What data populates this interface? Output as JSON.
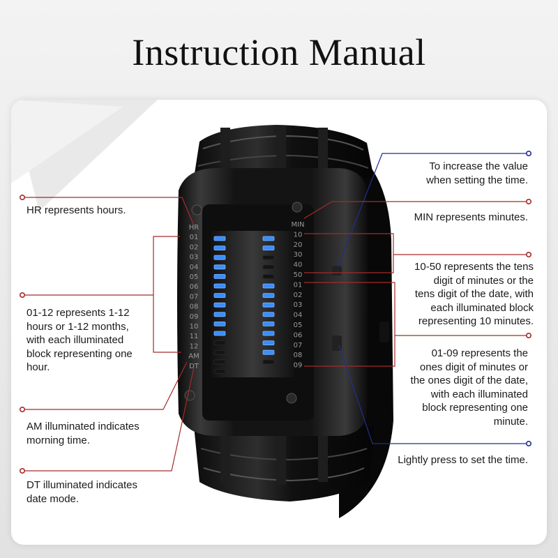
{
  "title": "Instruction Manual",
  "watch": {
    "left_scale": [
      "HR",
      "01",
      "02",
      "03",
      "04",
      "05",
      "06",
      "07",
      "08",
      "09",
      "10",
      "11",
      "12",
      "AM",
      "DT"
    ],
    "right_scale": [
      "MIN",
      "10",
      "20",
      "30",
      "40",
      "50",
      "01",
      "02",
      "03",
      "04",
      "05",
      "06",
      "07",
      "08",
      "09"
    ],
    "led_color": "#3a8dff",
    "case_color": "#161616"
  },
  "callouts": {
    "increase_value": "To increase the value\nwhen setting the time.",
    "hr": "HR represents hours.",
    "min": "MIN represents minutes.",
    "hours_12": "01-12 represents 1-12\nhours or 1-12 months,\nwith each illuminated\nblock representing one\nhour.",
    "tens": "10-50 represents the tens\ndigit of minutes or the\ntens digit of the date, with\neach illuminated block\nrepresenting 10 minutes.",
    "ones": "01-09 represents the\nones digit of minutes or\nthe ones digit of the date,\nwith each illuminated\nblock representing one\nminute.",
    "am": "AM illuminated indicates\nmorning time.",
    "set_time": "Lightly press to set the time.",
    "dt": "DT illuminated indicates\ndate mode."
  },
  "colors": {
    "leader_red": "#a52a2a",
    "leader_blue": "#1f2f8f"
  }
}
